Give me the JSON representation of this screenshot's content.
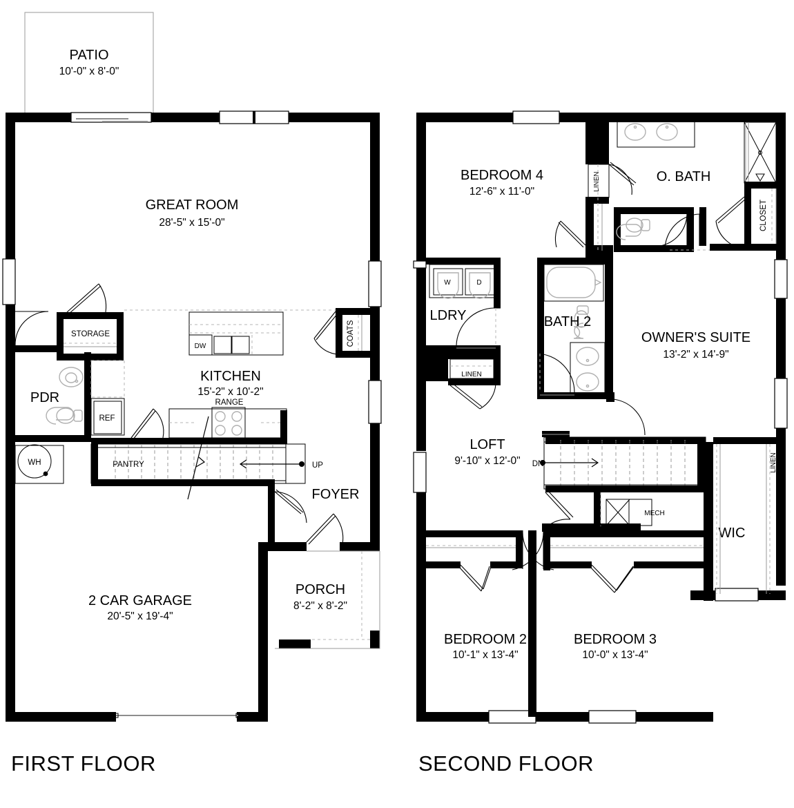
{
  "document": {
    "type": "residential-floor-plan",
    "floors": [
      {
        "id": "first",
        "label": "FIRST FLOOR"
      },
      {
        "id": "second",
        "label": "SECOND FLOOR"
      }
    ]
  },
  "first_floor": {
    "label": "FIRST FLOOR",
    "rooms": [
      {
        "name": "PATIO",
        "dim": "10'-0\" x 8'-0\""
      },
      {
        "name": "GREAT ROOM",
        "dim": "28'-5\" x 15'-0\""
      },
      {
        "name": "KITCHEN",
        "dim": "15'-2\" x 10'-2\""
      },
      {
        "name": "PDR",
        "dim": ""
      },
      {
        "name": "FOYER",
        "dim": ""
      },
      {
        "name": "2 CAR GARAGE",
        "dim": "20'-5\" x 19'-4\""
      },
      {
        "name": "PORCH",
        "dim": "8'-2\" x 8'-2\""
      }
    ],
    "annotations": [
      {
        "name": "STORAGE"
      },
      {
        "name": "COATS"
      },
      {
        "name": "DW"
      },
      {
        "name": "REF"
      },
      {
        "name": "RANGE"
      },
      {
        "name": "PANTRY"
      },
      {
        "name": "WH"
      },
      {
        "name": "UP"
      }
    ]
  },
  "second_floor": {
    "label": "SECOND FLOOR",
    "rooms": [
      {
        "name": "BEDROOM 4",
        "dim": "12'-6\" x 11'-0\""
      },
      {
        "name": "O. BATH",
        "dim": ""
      },
      {
        "name": "LDRY",
        "dim": ""
      },
      {
        "name": "BATH 2",
        "dim": ""
      },
      {
        "name": "OWNER'S SUITE",
        "dim": "13'-2\" x 14'-9\""
      },
      {
        "name": "LOFT",
        "dim": "9'-10\" x 12'-0\""
      },
      {
        "name": "WIC",
        "dim": ""
      },
      {
        "name": "BEDROOM 2",
        "dim": "10'-1\" x 13'-4\""
      },
      {
        "name": "BEDROOM 3",
        "dim": "10'-0\" x 13'-4\""
      }
    ],
    "annotations": [
      {
        "name": "LINEN"
      },
      {
        "name": "CLOSET"
      },
      {
        "name": "LINEN"
      },
      {
        "name": "LINEN"
      },
      {
        "name": "MECH"
      },
      {
        "name": "W"
      },
      {
        "name": "D"
      },
      {
        "name": "DN"
      }
    ]
  },
  "colors": {
    "wall": "#000000",
    "background": "#ffffff",
    "fixture": "#b0b0b0",
    "hidden_line": "#9a9a9a"
  }
}
